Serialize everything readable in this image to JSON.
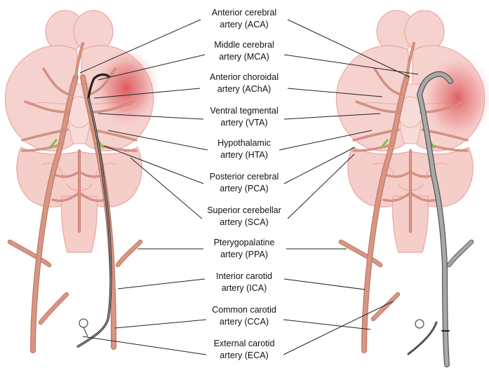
{
  "labels": [
    {
      "id": "aca",
      "line1": "Anterior cerebral",
      "line2": "artery (ACA)"
    },
    {
      "id": "mca",
      "line1": "Middle cerebral",
      "line2": "artery (MCA)"
    },
    {
      "id": "acha",
      "line1": "Anterior choroidal",
      "line2": "artery (AChA)"
    },
    {
      "id": "vta",
      "line1": "Ventral tegmental",
      "line2": "artery (VTA)"
    },
    {
      "id": "hta",
      "line1": "Hypothalamic",
      "line2": "artery (HTA)"
    },
    {
      "id": "pca",
      "line1": "Posterior cerebral",
      "line2": "artery (PCA)"
    },
    {
      "id": "sca",
      "line1": "Superior cerebellar",
      "line2": "artery (SCA)"
    },
    {
      "id": "ppa",
      "line1": "Pterygopalatine",
      "line2": "artery (PPA)"
    },
    {
      "id": "ica",
      "line1": "Interior carotid",
      "line2": "artery (ICA)"
    },
    {
      "id": "cca",
      "line1": "Common carotid",
      "line2": "artery (CCA)"
    },
    {
      "id": "eca",
      "line1": "External carotid",
      "line2": "artery (ECA)"
    }
  ],
  "colors": {
    "brain_fill": "#f6d2cf",
    "brain_stroke": "#e9a9a4",
    "artery": "#d99683",
    "artery_stroke": "#bf7767",
    "infarct": "#d9434a",
    "catheter": "#8c8c8c",
    "hypothalamic_branch": "#7cc04b",
    "leader_line": "#222222"
  }
}
